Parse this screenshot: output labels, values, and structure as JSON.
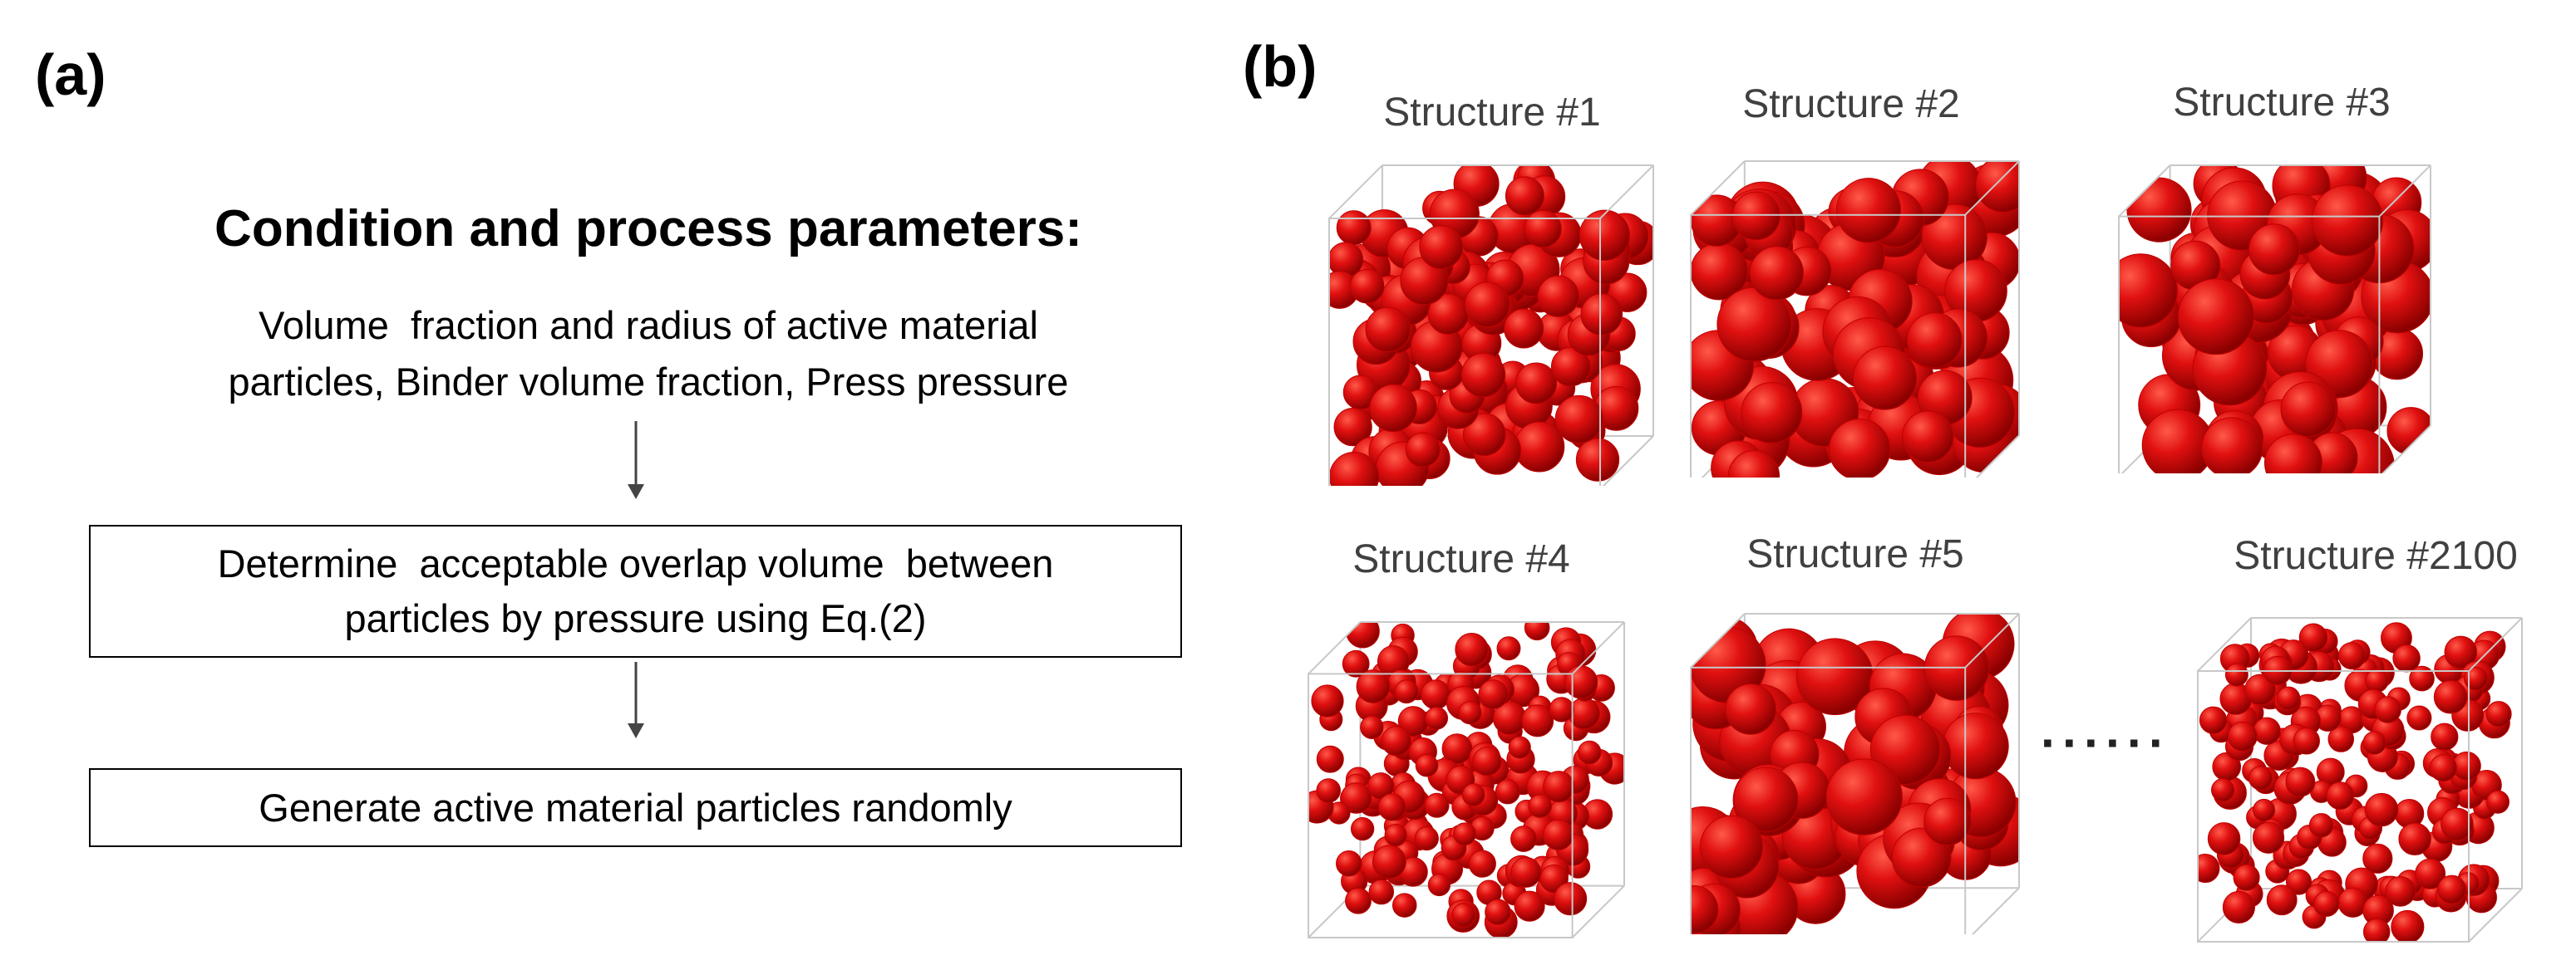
{
  "panel_a": {
    "label": "(a)",
    "heading": "Condition and process parameters:",
    "params_line1": "Volume  fraction and radius of active material",
    "params_line2": "particles, Binder volume fraction, Press pressure",
    "step1_line1": "Determine  acceptable overlap volume  between",
    "step1_line2": "particles by pressure using Eq.(2)",
    "step2": "Generate active material particles randomly"
  },
  "panel_b": {
    "label": "(b)",
    "ellipsis": "······",
    "structures": [
      {
        "label": "Structure #1",
        "style": "medium"
      },
      {
        "label": "Structure #2",
        "style": "large"
      },
      {
        "label": "Structure #3",
        "style": "large"
      },
      {
        "label": "Structure #4",
        "style": "small"
      },
      {
        "label": "Structure #5",
        "style": "large"
      },
      {
        "label": "Structure #2100",
        "style": "small"
      }
    ]
  },
  "colors": {
    "particle_face": "#e01010",
    "particle_dark": "#8a0000",
    "particle_mid": "#c00000",
    "box_edge": "#c8c8c8"
  }
}
